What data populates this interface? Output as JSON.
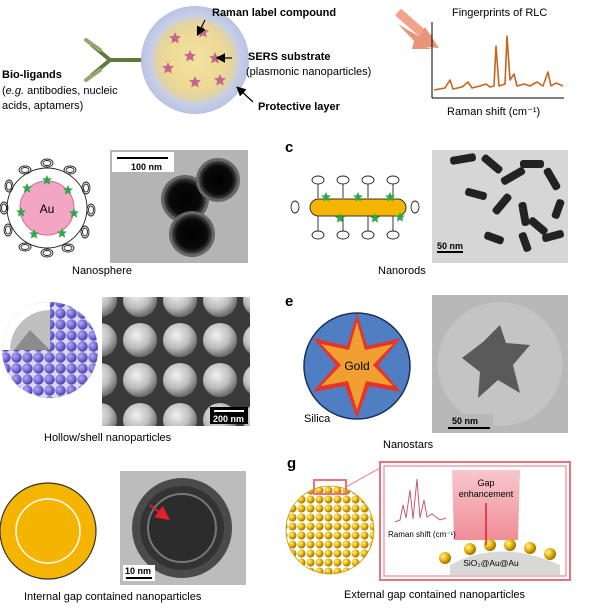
{
  "top": {
    "raman_label": "Raman label compound",
    "sers_substrate": "SERS substrate",
    "sers_sub2": "(plasmonic nanoparticles)",
    "protective": "Protective layer",
    "bioligands": "Bio-ligands",
    "bio_eg": "e.g.",
    "bio_line1_rest": " antibodies, nucleic",
    "bio_line2": "acids, aptamers)",
    "fingerprints": "Fingerprints of RLC",
    "raman_shift": "Raman shift (cm⁻¹)"
  },
  "panels": {
    "c": "c",
    "e": "e",
    "g": "g"
  },
  "nanosphere": {
    "core": "Au",
    "scale": "100 nm",
    "caption": "Nanosphere"
  },
  "nanorods": {
    "scale": "50 nm",
    "caption": "Nanorods"
  },
  "hollow": {
    "scale": "200 nm",
    "caption": "Hollow/shell nanoparticles"
  },
  "nanostars": {
    "core": "Gold",
    "shell": "Silica",
    "scale": "50 nm",
    "caption": "Nanostars"
  },
  "internal_gap": {
    "scale": "10 nm",
    "caption": "Internal gap contained nanoparticles"
  },
  "external_gap": {
    "gap1": "Gap",
    "gap2": "enhancement",
    "raman": "Raman shift (cm⁻¹)",
    "substrate": "SiO₂@Au@Au",
    "caption": "External gap contained nanoparticles"
  },
  "colors": {
    "gold": "#f5b400",
    "star_pink": "#c6668c",
    "star_green": "#2ea84a",
    "ligand_green": "#5e7a3d",
    "spectrum": "#c8641e",
    "pink_core": "#f3a6c3",
    "silica_blue": "#4f7fc2",
    "gap_pink": "#e8a0a8"
  }
}
